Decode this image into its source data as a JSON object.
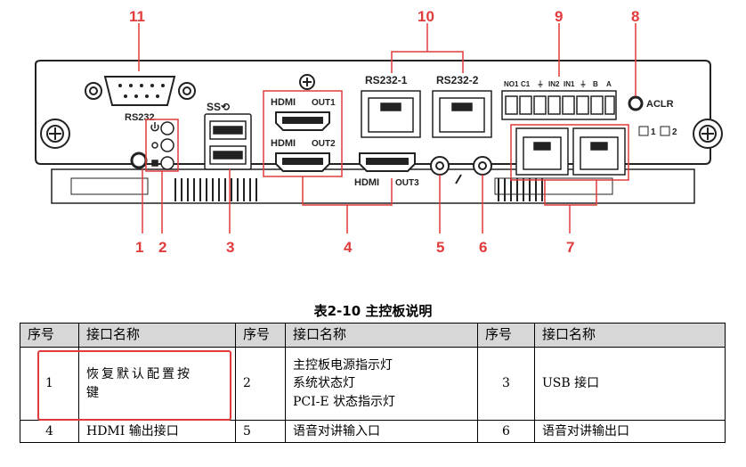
{
  "figure": {
    "callouts": [
      "1",
      "2",
      "3",
      "4",
      "5",
      "6",
      "7",
      "8",
      "9",
      "10",
      "11"
    ],
    "labels": {
      "rs232": "RS232",
      "hdmi_out1": "OUT1",
      "hdmi_out2": "OUT2",
      "hdmi_out3": "OUT3",
      "rs232_1": "RS232-1",
      "rs232_2": "RS232-2",
      "aclr": "ACLR",
      "terminal": [
        "NO1",
        "C1",
        "⏚",
        "IN2",
        "IN1",
        "⏚",
        "B",
        "A"
      ],
      "lan1": "1",
      "lan2": "2",
      "hdmi_logo": "HDMI"
    }
  },
  "caption": "表2-10 主控板说明",
  "table": {
    "headers": [
      "序号",
      "接口名称",
      "序号",
      "接口名称",
      "序号",
      "接口名称"
    ],
    "rows": [
      [
        {
          "no": "1",
          "name": [
            "恢复默认配置按",
            "键"
          ]
        },
        {
          "no": "2",
          "name": [
            "主控板电源指示灯",
            "系统状态灯",
            "PCI-E 状态指示灯"
          ]
        },
        {
          "no": "3",
          "name": [
            "USB 接口"
          ]
        }
      ],
      [
        {
          "no": "4",
          "name": [
            "HDMI 输出接口"
          ]
        },
        {
          "no": "5",
          "name": [
            "语音对讲输入口"
          ]
        },
        {
          "no": "6",
          "name": [
            "语音对讲输出口"
          ]
        }
      ]
    ]
  },
  "colors": {
    "callout": "#e23b3b",
    "device": "#222222"
  }
}
